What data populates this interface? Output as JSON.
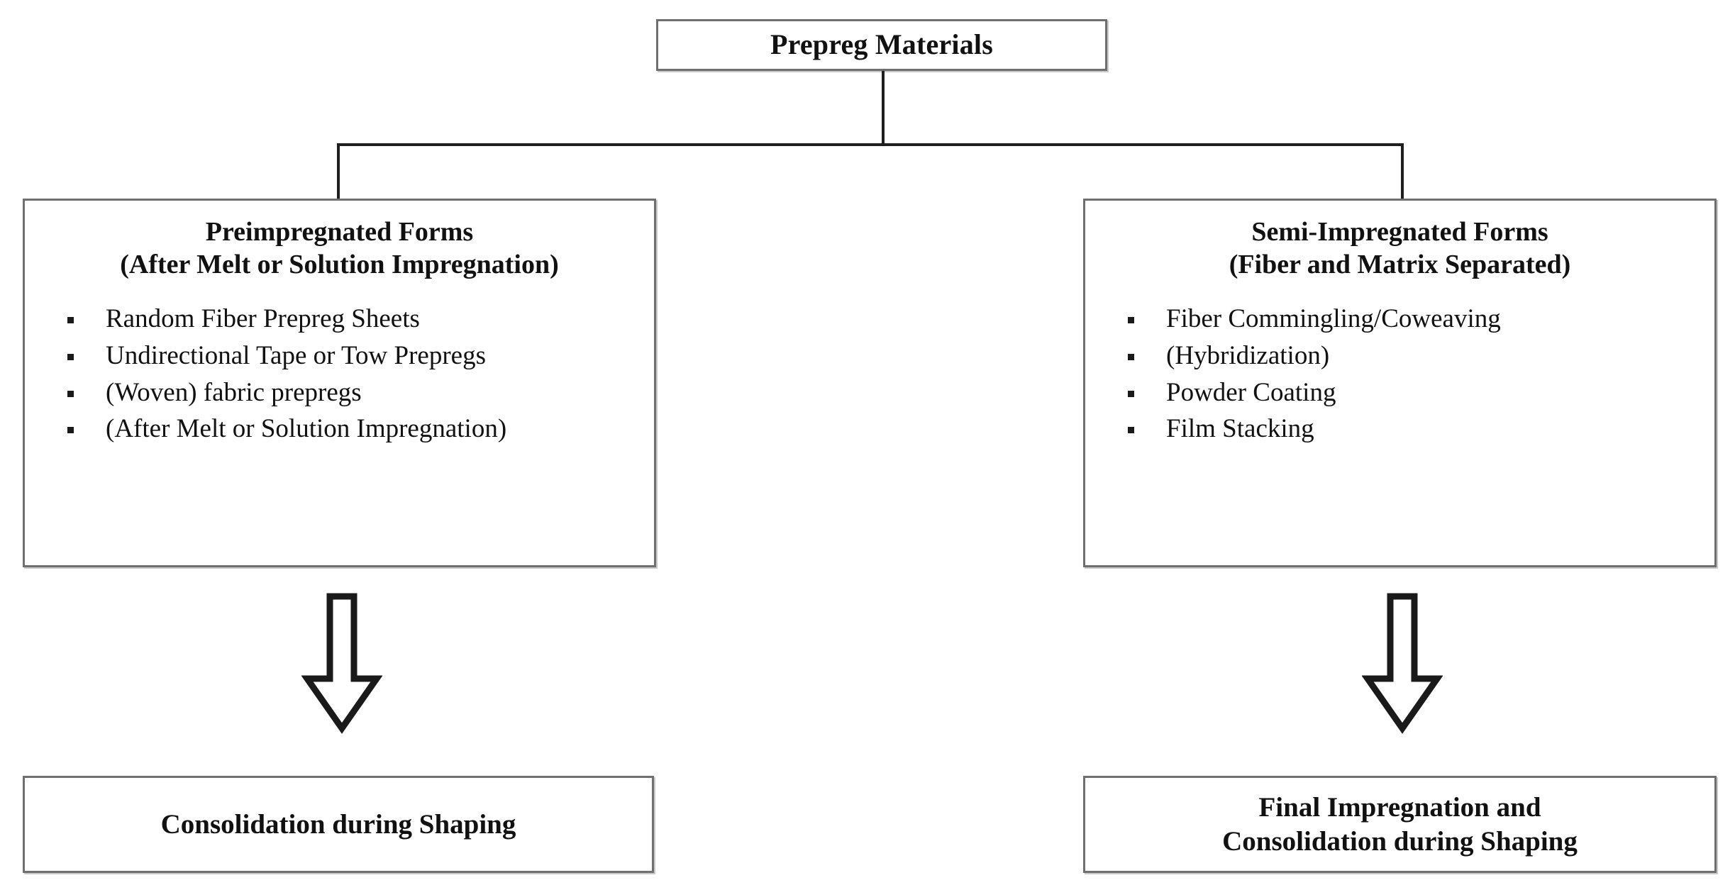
{
  "diagram": {
    "title": "Prepreg Materials Classification Flowchart",
    "root": {
      "label": "Prepreg Materials"
    },
    "branches": [
      {
        "id": "preimpregnated",
        "heading": "Preimpregnated Forms\n(After Melt or Solution Impregnation)",
        "heading_line1": "Preimpregnated Forms",
        "heading_line2": "(After Melt or Solution Impregnation)",
        "items": [
          "Random Fiber Prepreg Sheets",
          "Undirectional Tape or Tow Prepregs",
          "(Woven) fabric prepregs",
          "(After Melt or Solution Impregnation)"
        ],
        "outcome": "Consolidation during Shaping"
      },
      {
        "id": "semi-impregnated",
        "heading": "Semi-Impregnated Forms\n(Fiber and Matrix Separated)",
        "heading_line1": "Semi-Impregnated Forms",
        "heading_line2": "(Fiber and Matrix Separated)",
        "items": [
          "Fiber Commingling/Coweaving",
          "(Hybridization)",
          "Powder Coating",
          "Film Stacking"
        ],
        "outcome": "Final Impregnation and\nConsolidation during Shaping"
      }
    ],
    "colors": {
      "box_border": "#6f6f6f",
      "box_shadow": "#c9c9c9",
      "connector": "#1f1f1f",
      "arrow_stroke": "#1a1a1a",
      "arrow_fill": "#ffffff",
      "text": "#111111",
      "background": "#ffffff"
    },
    "arrow_labels": {
      "left": "down-arrow",
      "right": "down-arrow"
    }
  }
}
